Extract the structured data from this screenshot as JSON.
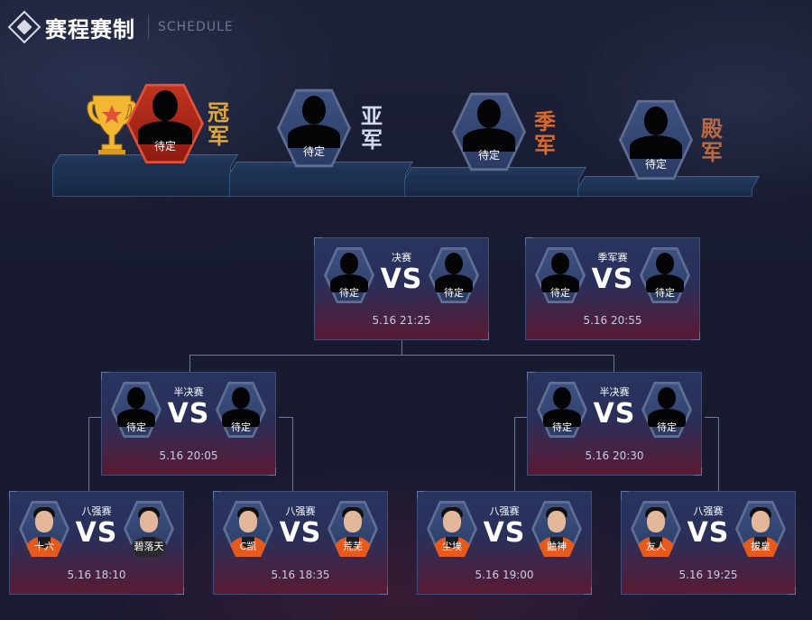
{
  "header": {
    "title": "赛程赛制",
    "subtitle": "SCHEDULE"
  },
  "podium": [
    {
      "rank": "冠军",
      "label": "待定",
      "color": "#e0a73a"
    },
    {
      "rank": "亚军",
      "label": "待定",
      "color": "#d3d9ef"
    },
    {
      "rank": "季军",
      "label": "待定",
      "color": "#d96a2c"
    },
    {
      "rank": "殿军",
      "label": "待定",
      "color": "#b96a42"
    }
  ],
  "matches": {
    "final": {
      "stage": "决赛",
      "vs": "VS",
      "left": "待定",
      "right": "待定",
      "time": "5.16 21:25"
    },
    "third": {
      "stage": "季军赛",
      "vs": "VS",
      "left": "待定",
      "right": "待定",
      "time": "5.16 20:55"
    },
    "semi1": {
      "stage": "半决赛",
      "vs": "VS",
      "left": "待定",
      "right": "待定",
      "time": "5.16 20:05"
    },
    "semi2": {
      "stage": "半决赛",
      "vs": "VS",
      "left": "待定",
      "right": "待定",
      "time": "5.16 20:30"
    },
    "qf1": {
      "stage": "八强赛",
      "vs": "VS",
      "left": "十六",
      "right": "碧落天",
      "time": "5.16 18:10"
    },
    "qf2": {
      "stage": "八强赛",
      "vs": "VS",
      "left": "C凯",
      "right": "荒芜",
      "time": "5.16 18:35"
    },
    "qf3": {
      "stage": "八强赛",
      "vs": "VS",
      "left": "尘埃",
      "right": "鼬神",
      "time": "5.16 19:00"
    },
    "qf4": {
      "stage": "八强赛",
      "vs": "VS",
      "left": "友人",
      "right": "拔皇",
      "time": "5.16 19:25"
    }
  },
  "icons": {
    "logo": "schedule-logo-icon",
    "trophy": "trophy-icon",
    "avatar": "player-avatar-icon"
  }
}
